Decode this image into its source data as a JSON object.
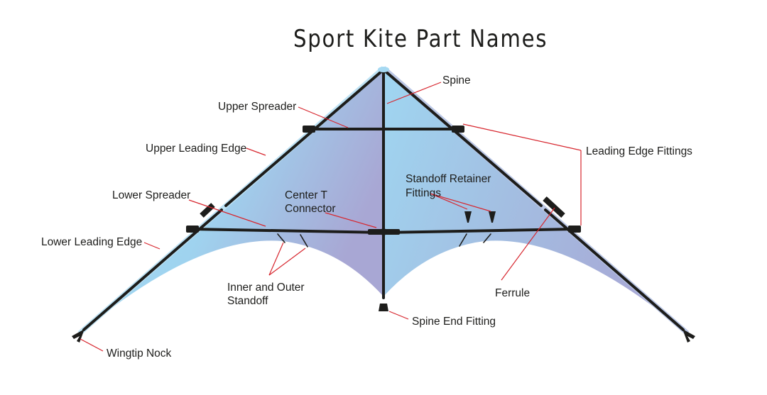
{
  "title": "Sport Kite Part Names",
  "labels": {
    "spine": "Spine",
    "upper_spreader": "Upper Spreader",
    "upper_leading_edge": "Upper Leading Edge",
    "leading_edge_fittings": "Leading Edge Fittings",
    "standoff_retainer_fittings_1": "Standoff Retainer",
    "standoff_retainer_fittings_2": "Fittings",
    "lower_spreader": "Lower Spreader",
    "center_t_connector_1": "Center T",
    "center_t_connector_2": "Connector",
    "lower_leading_edge": "Lower Leading Edge",
    "inner_outer_standoff_1": "Inner and Outer",
    "inner_outer_standoff_2": "Standoff",
    "ferrule": "Ferrule",
    "spine_end_fitting": "Spine End Fitting",
    "wingtip_nock": "Wingtip Nock"
  },
  "colors": {
    "sail_light": "#a3d9f2",
    "sail_dark": "#a7a9d6",
    "frame": "#1d1d1b",
    "leader": "#d7262e"
  }
}
